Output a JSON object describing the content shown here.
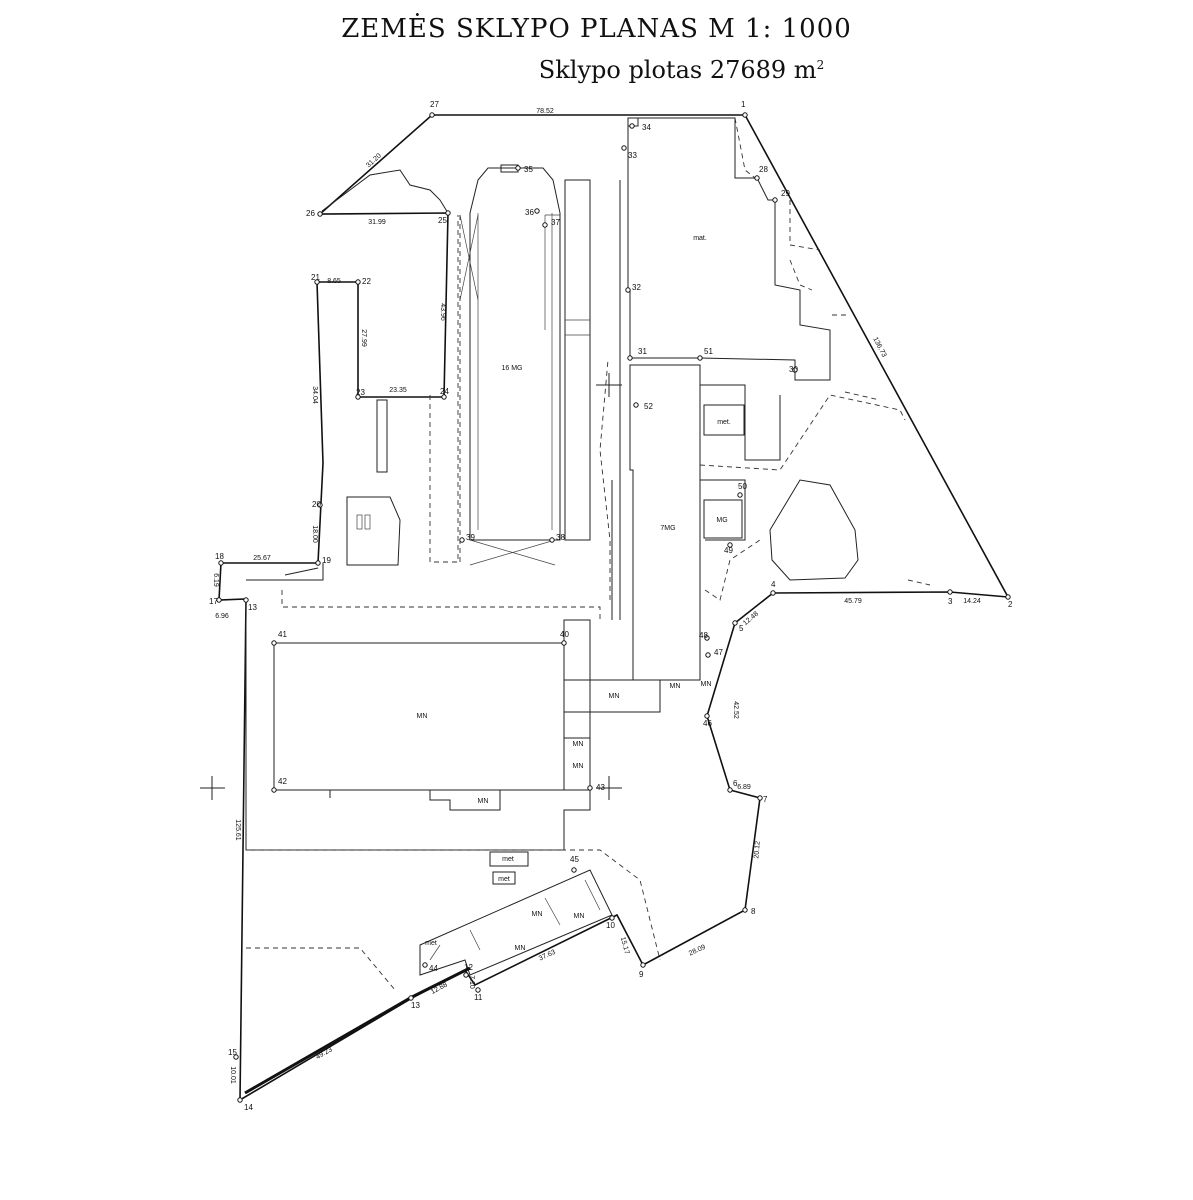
{
  "title": "ZEMĖS  SKLYPO  PLANAS  M 1: 1000",
  "area_label": "Sklypo  plotas 27689 m",
  "area_unit_sup": "2",
  "points": [
    {
      "id": "1",
      "label": "1"
    },
    {
      "id": "2",
      "label": "2"
    },
    {
      "id": "3",
      "label": "3"
    },
    {
      "id": "4",
      "label": "4"
    },
    {
      "id": "5",
      "label": "5"
    },
    {
      "id": "6",
      "label": "6"
    },
    {
      "id": "7",
      "label": "7"
    },
    {
      "id": "8",
      "label": "8"
    },
    {
      "id": "9",
      "label": "9"
    },
    {
      "id": "10",
      "label": "10"
    },
    {
      "id": "11",
      "label": "11"
    },
    {
      "id": "12",
      "label": "12"
    },
    {
      "id": "13",
      "label": "13"
    },
    {
      "id": "13b",
      "label": "13"
    },
    {
      "id": "14",
      "label": "14"
    },
    {
      "id": "15",
      "label": "15"
    },
    {
      "id": "17",
      "label": "17"
    },
    {
      "id": "18",
      "label": "18"
    },
    {
      "id": "19",
      "label": "19"
    },
    {
      "id": "20",
      "label": "20"
    },
    {
      "id": "21",
      "label": "21"
    },
    {
      "id": "22",
      "label": "22"
    },
    {
      "id": "23",
      "label": "23"
    },
    {
      "id": "24",
      "label": "24"
    },
    {
      "id": "25",
      "label": "25"
    },
    {
      "id": "26",
      "label": "26"
    },
    {
      "id": "27",
      "label": "27"
    },
    {
      "id": "28",
      "label": "28"
    },
    {
      "id": "29",
      "label": "29"
    },
    {
      "id": "30",
      "label": "30"
    },
    {
      "id": "31",
      "label": "31"
    },
    {
      "id": "32",
      "label": "32"
    },
    {
      "id": "33",
      "label": "33"
    },
    {
      "id": "34",
      "label": "34"
    },
    {
      "id": "35",
      "label": "35"
    },
    {
      "id": "36",
      "label": "36"
    },
    {
      "id": "37",
      "label": "37"
    },
    {
      "id": "38",
      "label": "38"
    },
    {
      "id": "39",
      "label": "39"
    },
    {
      "id": "40",
      "label": "40"
    },
    {
      "id": "41",
      "label": "41"
    },
    {
      "id": "42",
      "label": "42"
    },
    {
      "id": "43",
      "label": "43"
    },
    {
      "id": "44",
      "label": "44"
    },
    {
      "id": "45",
      "label": "45"
    },
    {
      "id": "46",
      "label": "46"
    },
    {
      "id": "47",
      "label": "47"
    },
    {
      "id": "48",
      "label": "48"
    },
    {
      "id": "49",
      "label": "49"
    },
    {
      "id": "50",
      "label": "50"
    },
    {
      "id": "51",
      "label": "51"
    },
    {
      "id": "52",
      "label": "52"
    }
  ],
  "lengths": [
    {
      "id": "27-1",
      "label": "78.52"
    },
    {
      "id": "26-27",
      "label": "31.20"
    },
    {
      "id": "26-25",
      "label": "31.99"
    },
    {
      "id": "25-24",
      "label": "43.96"
    },
    {
      "id": "21-22",
      "label": "8.65"
    },
    {
      "id": "22-23",
      "label": "27.99"
    },
    {
      "id": "23-24",
      "label": "23.35"
    },
    {
      "id": "21-20",
      "label": "34.04"
    },
    {
      "id": "20-19",
      "label": "18.00"
    },
    {
      "id": "18-19",
      "label": "25.67"
    },
    {
      "id": "18-17",
      "label": "6.19"
    },
    {
      "id": "17-13",
      "label": "6.96"
    },
    {
      "id": "13-14",
      "label": "125.61"
    },
    {
      "id": "14-15",
      "label": "10.01"
    },
    {
      "id": "15-13",
      "label": "49.23"
    },
    {
      "id": "13-12",
      "label": "12.88"
    },
    {
      "id": "12-11",
      "label": "7.10"
    },
    {
      "id": "11-10",
      "label": "37.63"
    },
    {
      "id": "10-9",
      "label": "15.17"
    },
    {
      "id": "9-8",
      "label": "28.09"
    },
    {
      "id": "8-7",
      "label": "20.12"
    },
    {
      "id": "6-7",
      "label": "6.89"
    },
    {
      "id": "46-6",
      "label": "42.52"
    },
    {
      "id": "5-4",
      "label": "12.48"
    },
    {
      "id": "4-3",
      "label": "45.79"
    },
    {
      "id": "3-2",
      "label": "14.24"
    },
    {
      "id": "2-1",
      "label": "136.73"
    }
  ],
  "labels": {
    "bld_top": "mat.",
    "bld_16mg": "16 MG",
    "bld_7mg": "7MG",
    "bld_mg": "MG",
    "bld_met1": "met.",
    "bld_mn_big": "MN",
    "bld_mn_a": "MN",
    "bld_mn_b": "MN",
    "bld_mn_c": "MN",
    "bld_mn_d": "MN",
    "bld_mn_e": "MN",
    "bld_mn_f": "MN",
    "bld_mn_g": "MN",
    "bld_mn_h": "MN",
    "bld_mn_i": "MN",
    "bld_met2": "met",
    "bld_met3": "met",
    "bld_met4": "met"
  }
}
